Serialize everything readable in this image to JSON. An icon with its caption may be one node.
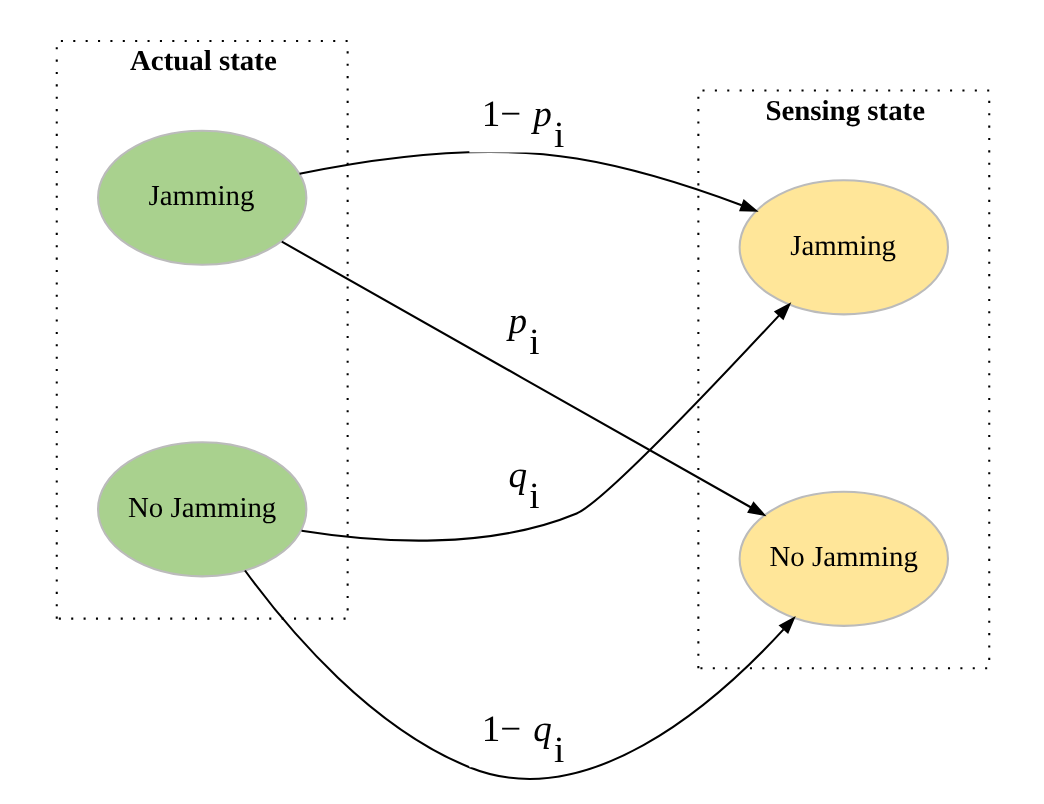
{
  "diagram": {
    "nodes": [
      {
        "text": [
          "Actual state"
        ]
      },
      {
        "text": [
          "Jamming"
        ],
        "in": 0
      },
      {
        "text": [
          "No Jamming"
        ],
        "in": 0
      },
      {
        "text": [
          "Sensing state"
        ]
      },
      {
        "text": [
          "Jamming"
        ],
        "in": 3
      },
      {
        "text": [
          "No Jamming"
        ],
        "in": 3
      }
    ],
    "edges": [
      {
        "from": 1,
        "to": 4,
        "arrow": "to",
        "label": "1− *p*$_{i}$"
      },
      {
        "from": 1,
        "to": 5,
        "arrow": "to",
        "label": "*p*$_{i}$"
      },
      {
        "from": 2,
        "to": 4,
        "arrow": "to",
        "label": "*q*$_{i}$"
      },
      {
        "from": 2,
        "to": 5,
        "arrow": "to",
        "label": "1− *q*$_{i}$"
      }
    ]
  }
}
